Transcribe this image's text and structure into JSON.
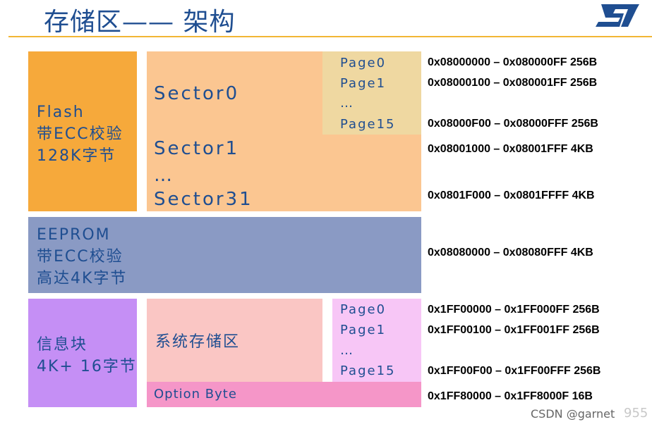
{
  "title": "存储区—— 架构",
  "logo_text": "ST",
  "colors": {
    "title": "#1f4e91",
    "flash": "#f6a93b",
    "eeprom": "#8a9ac4",
    "info": "#c58ff5",
    "sectors": "#fbc691",
    "pages1": "#efd8a1",
    "system_memory": "#fac6c4",
    "pages2": "#f7c6f6",
    "option_byte": "#f596c8",
    "rule": "#f2b634"
  },
  "flash": {
    "line1": "Flash",
    "line2": "带ECC校验",
    "line3": "128K字节"
  },
  "sectors": {
    "sector0": "Sector0",
    "sector1": "Sector1",
    "ellipsis": "…",
    "sector31": "Sector31"
  },
  "flash_pages": {
    "page0": "Page0",
    "page1": "Page1",
    "ellipsis": "…",
    "page15": "Page15"
  },
  "eeprom": {
    "line1": "EEPROM",
    "line2": "带ECC校验",
    "line3": "高达4K字节"
  },
  "info": {
    "line1": "信息块",
    "line2": "4K+ 16字节"
  },
  "system_memory": {
    "label": "系统存储区"
  },
  "info_pages": {
    "page0": "Page0",
    "page1": "Page1",
    "ellipsis": "…",
    "page15": "Page15"
  },
  "option_byte": {
    "label": "Option Byte"
  },
  "addresses": {
    "a1": "0x08000000 – 0x080000FF 256B",
    "a2": "0x08000100 – 0x080001FF 256B",
    "a3": "0x08000F00 – 0x08000FFF 256B",
    "a4": "0x08001000 – 0x08001FFF 4KB",
    "a5": "0x0801F000 – 0x0801FFFF 4KB",
    "a6": "0x08080000 – 0x08080FFF 4KB",
    "a7": "0x1FF00000 – 0x1FF000FF 256B",
    "a8": "0x1FF00100 – 0x1FF001FF 256B",
    "a9": "0x1FF00F00 – 0x1FF00FFF 256B",
    "a10": "0x1FF80000 – 0x1FF8000F  16B"
  },
  "watermark": "CSDN @garnet",
  "watermark_tail": "955"
}
